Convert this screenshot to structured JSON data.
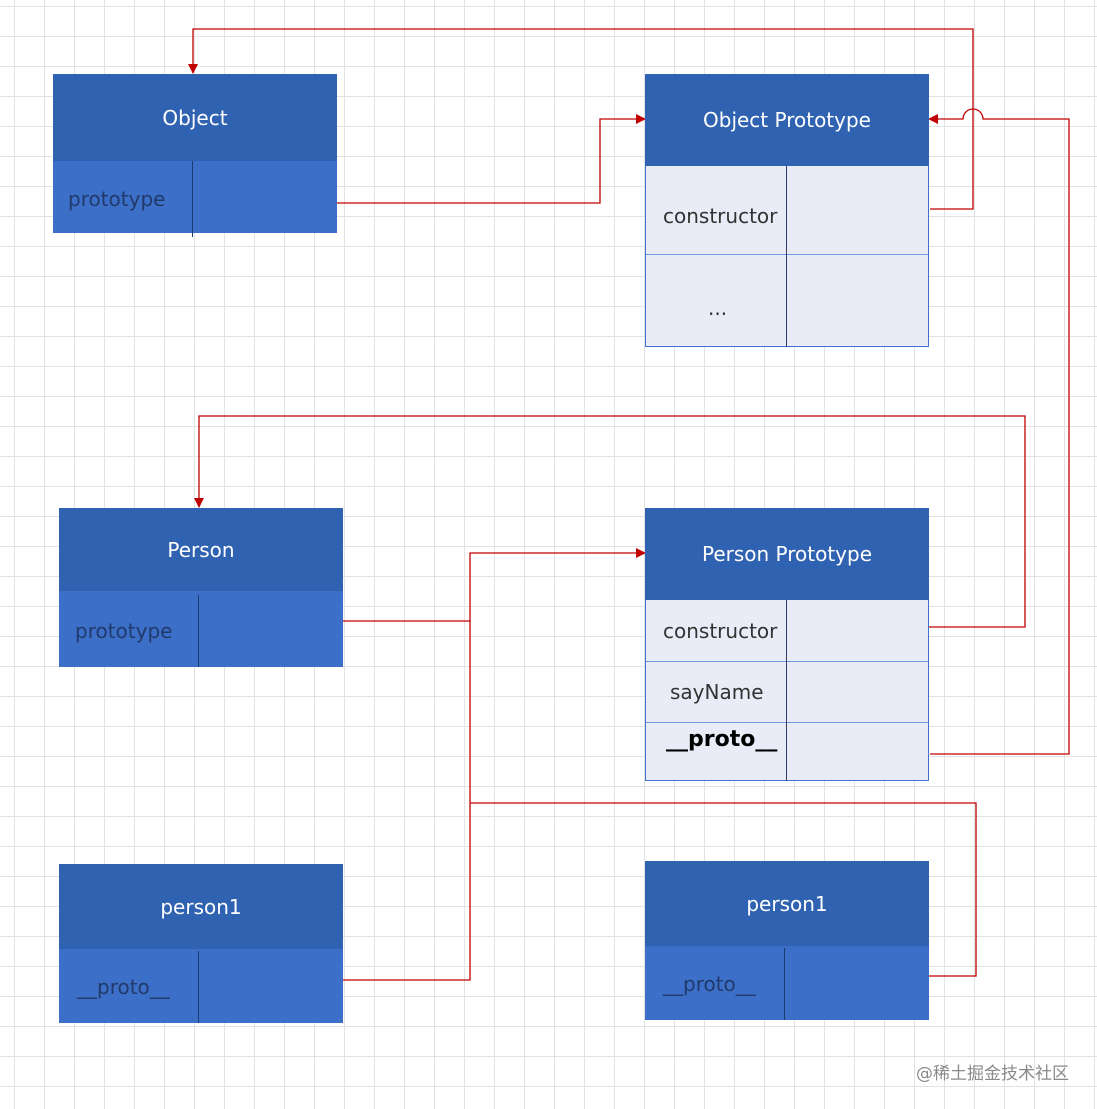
{
  "boxes": {
    "object": {
      "title": "Object",
      "field": "prototype"
    },
    "object_prototype": {
      "title": "Object Prototype",
      "fields": [
        "constructor",
        "..."
      ]
    },
    "person": {
      "title": "Person",
      "field": "prototype"
    },
    "person_prototype": {
      "title": "Person Prototype",
      "fields": [
        "constructor",
        "sayName",
        "__proto__"
      ]
    },
    "person1_left": {
      "title": "person1",
      "field": "__proto__"
    },
    "person1_right": {
      "title": "person1",
      "field": "__proto__"
    }
  },
  "colors": {
    "header": "#3062b2",
    "body": "#3b6fc8",
    "light_body": "#e9ecf7",
    "connector": "#c00000"
  },
  "watermark": "@稀土掘金技术社区"
}
